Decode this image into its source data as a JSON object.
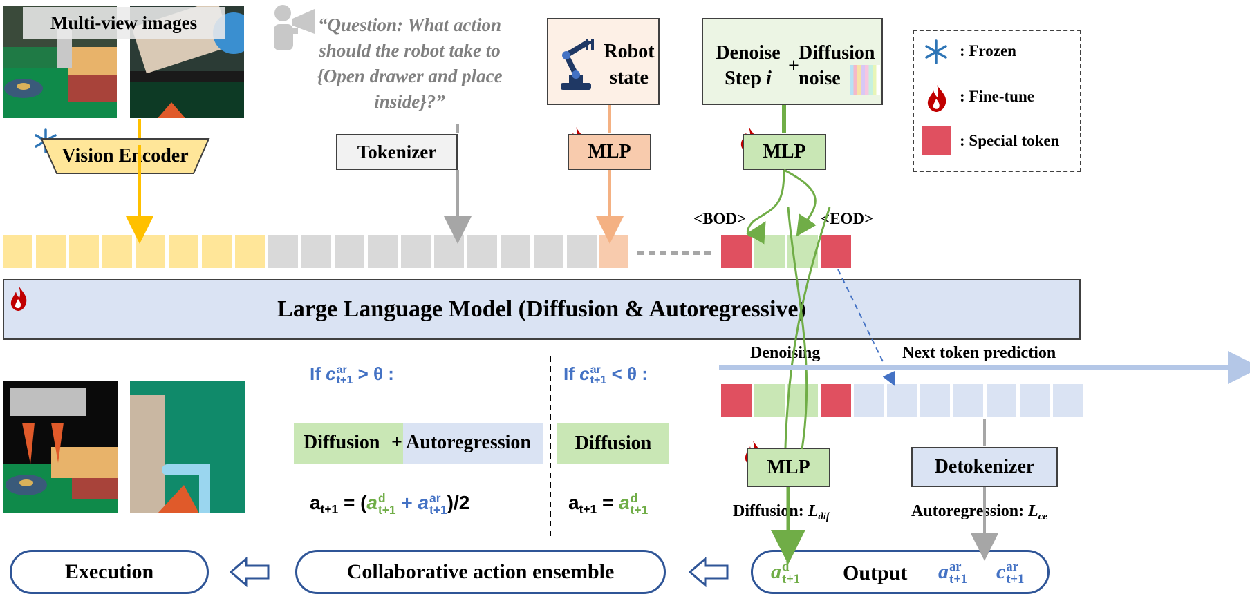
{
  "colors": {
    "vision_token": "#ffe699",
    "text_token": "#d9d9d9",
    "state_token": "#f8cbad",
    "special_token": "#e05060",
    "green_token": "#c9e7b5",
    "blue_token": "#dae3f3",
    "llm_bg": "#dae3f3",
    "accent_blue": "#4472c4",
    "accent_green": "#70ad47"
  },
  "top": {
    "multi_view_label": "Multi-view images",
    "question_text": "“Question: What action should the robot take to {Open drawer and place inside}?”",
    "robot_state_label": "Robot state",
    "denoise_step_label": "Denoise Step",
    "denoise_step_var": "i",
    "plus": "+",
    "diffusion_noise_label": "Diffusion noise"
  },
  "modules": {
    "vision_encoder": "Vision Encoder",
    "tokenizer": "Tokenizer",
    "mlp_state": "MLP",
    "mlp_noise": "MLP",
    "mlp_output": "MLP",
    "detokenizer": "Detokenizer"
  },
  "tokens": {
    "bod": "<BOD>",
    "eod": "<EOD>"
  },
  "legend": {
    "frozen": ": Frozen",
    "fine_tune": ": Fine-tune",
    "special_token": ": Special token"
  },
  "llm": {
    "label": "Large Language Model (Diffusion & Autoregressive)"
  },
  "prediction": {
    "denoising": "Denoising",
    "next_token": "Next token prediction"
  },
  "conditions": {
    "if_prefix": "If",
    "c_sup": "ar",
    "c_sub": "t+1",
    "greater": "> θ :",
    "less": "< θ :",
    "left_box_a": "Diffusion",
    "left_box_plus": "+",
    "left_box_b": "Autoregression",
    "right_box": "Diffusion",
    "formula_left_lhs": "a",
    "formula_sub": "t+1",
    "eq": "=",
    "a_d_sup": "d",
    "a_ar_sup": "ar",
    "plus": "+",
    "div2": ")/2",
    "open_paren": "("
  },
  "losses": {
    "diffusion": "Diffusion:",
    "diffusion_L": "L",
    "diffusion_sub": "dif",
    "autoregression": "Autoregression:",
    "ar_L": "L",
    "ar_sub": "ce"
  },
  "bottom": {
    "execution": "Execution",
    "ensemble": "Collaborative action ensemble",
    "output": "Output"
  },
  "icons": [
    "snowflake-icon",
    "flame-icon",
    "robot-arm-icon",
    "speaker-person-icon"
  ]
}
